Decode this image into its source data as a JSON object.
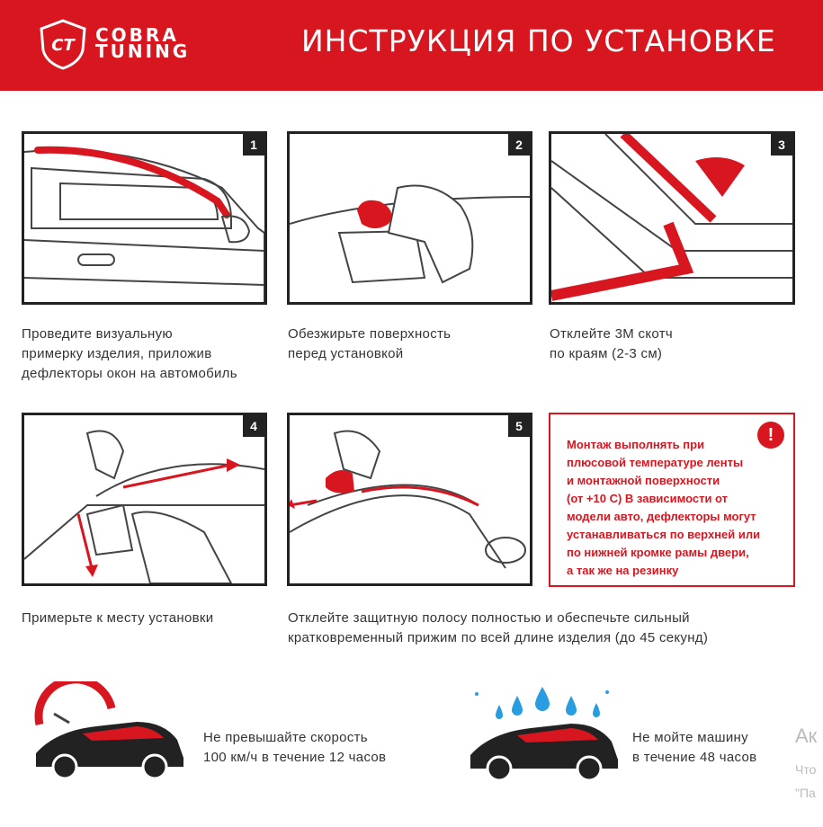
{
  "brand": {
    "line1": "COBRA",
    "line2": "TUNING",
    "monogram": "CT",
    "accent": "#d8161f"
  },
  "header": {
    "title": "ИНСТРУКЦИЯ ПО УСТАНОВКЕ"
  },
  "steps": [
    {
      "number": "1",
      "caption": [
        "Проведите визуальную",
        "примерку изделия, приложив",
        "дефлекторы окон на автомобиль"
      ]
    },
    {
      "number": "2",
      "caption": [
        "Обезжирьте поверхность",
        "перед установкой"
      ]
    },
    {
      "number": "3",
      "caption": [
        "Отклейте 3М скотч",
        "по краям (2-3 см)"
      ]
    },
    {
      "number": "4",
      "caption": [
        "Примерьте к месту установки"
      ]
    },
    {
      "number": "5",
      "caption": [
        "Отклейте защитную полосу полностью и обеспечьте сильный",
        "кратковременный прижим по всей  длине изделия (до 45 секунд)"
      ]
    }
  ],
  "note": {
    "icon": "!",
    "lines": [
      "Монтаж выполнять при",
      "плюсовой температуре ленты",
      "и монтажной поверхности",
      "(от +10 С) В зависимости от",
      "модели авто, дефлекторы могут",
      "устанавливаться по верхней или",
      "по нижней кромке рамы двери,",
      "а так же на резинку"
    ]
  },
  "tips": [
    {
      "icon": "speedometer-car-icon",
      "lines": [
        "Не превышайте скорость",
        "100 км/ч в течение 12 часов"
      ]
    },
    {
      "icon": "water-drops-car-icon",
      "lines": [
        "Не мойте машину",
        "в течение 48 часов"
      ]
    }
  ],
  "overflow_text": {
    "line1": "Ак",
    "line2": "Что",
    "line3": "\"Па"
  }
}
